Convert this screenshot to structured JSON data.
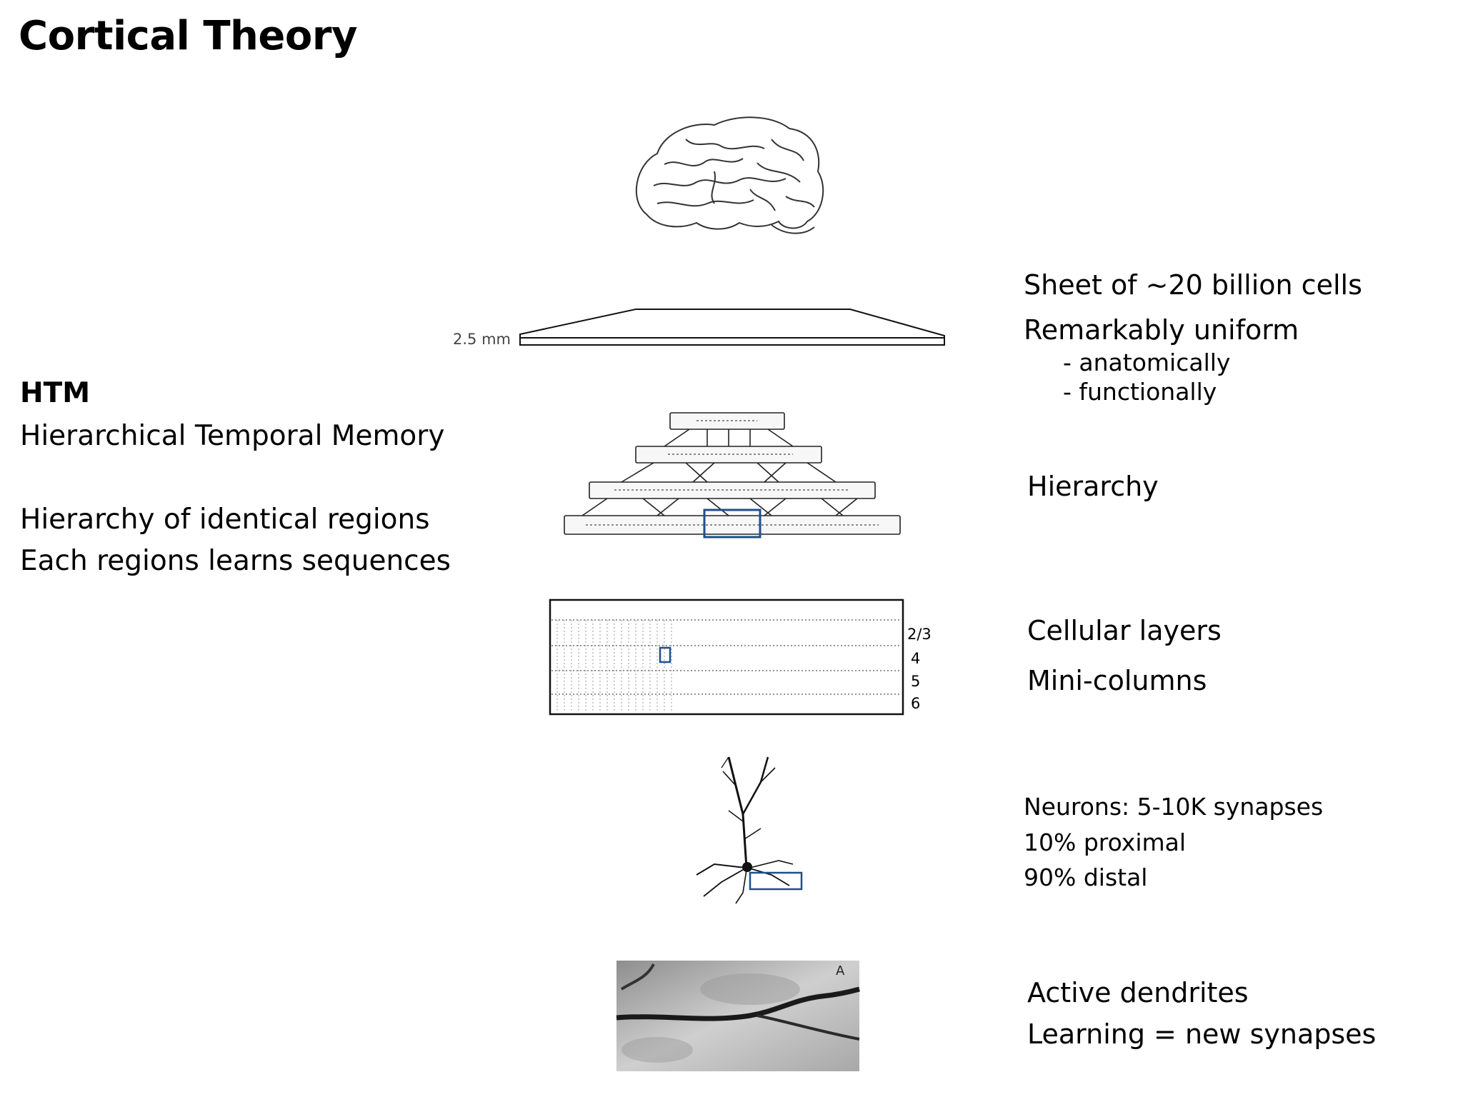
{
  "slide": {
    "title": "Cortical Theory"
  },
  "left": {
    "htm_heading": "HTM",
    "htm_expansion": "Hierarchical Temporal Memory",
    "line1": "Hierarchy of identical regions",
    "line2": "Each regions learns sequences"
  },
  "sheet": {
    "thickness_label": "2.5 mm",
    "caption": "Sheet of ~20 billion cells",
    "uniform": "Remarkably uniform",
    "anatomically": "- anatomically",
    "functionally": "- functionally"
  },
  "hierarchy": {
    "caption": "Hierarchy"
  },
  "layers": {
    "labels": [
      "2/3",
      "4",
      "5",
      "6"
    ],
    "caption_layers": "Cellular layers",
    "caption_columns": "Mini-columns"
  },
  "neuron": {
    "line1": "Neurons: 5-10K synapses",
    "line2": "10% proximal",
    "line3": "90% distal"
  },
  "dendrite": {
    "line1": "Active dendrites",
    "line2": "Learning = new synapses"
  },
  "colors": {
    "highlight_box": "#1f4e8c",
    "text": "#000000"
  },
  "icons": [
    "brain-icon",
    "cortex-sheet-icon",
    "hierarchy-diagram",
    "cortical-layers-diagram",
    "neuron-icon",
    "dendrite-photo"
  ]
}
